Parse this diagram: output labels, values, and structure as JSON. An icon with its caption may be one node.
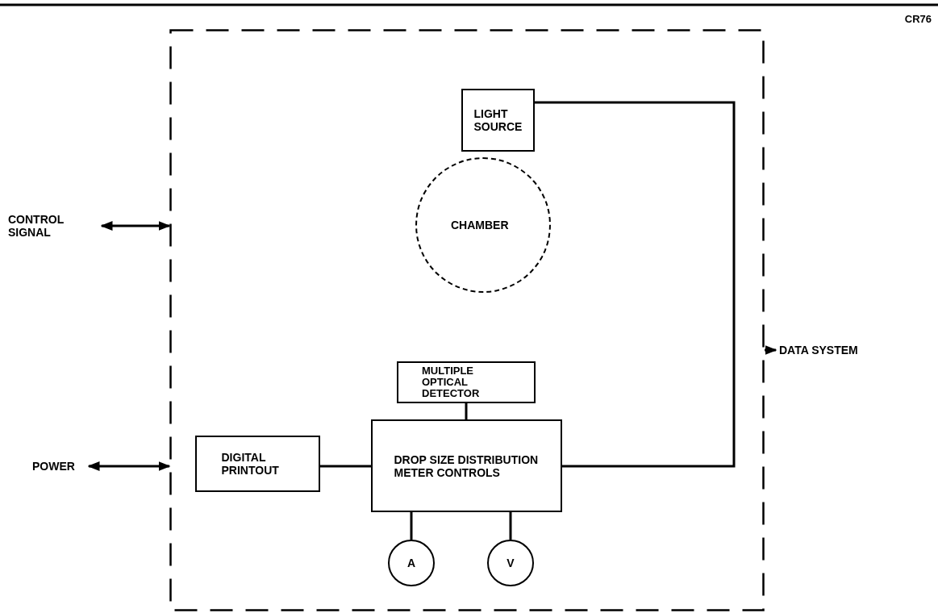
{
  "diagram": {
    "nodes": [
      {
        "text": [],
        "shape": "box"
      },
      {
        "text": [
          "LIGHT SOURCE"
        ],
        "in": 0
      },
      {
        "text": [
          "CHAMBER"
        ],
        "in": 0
      },
      {
        "text": [
          "MULTIPLE OPTICAL DETECTOR"
        ],
        "in": 0
      },
      {
        "text": [
          "DIGITAL PRINTOUT"
        ],
        "in": 0
      },
      {
        "text": [
          "DROP SIZE DISTRIBUTION METER CONTROLS"
        ],
        "in": 0
      },
      {
        "text": [
          "A"
        ],
        "in": 0
      },
      {
        "text": [
          "V"
        ],
        "in": 0
      },
      {
        "text": [
          "CONTROL SIGNAL"
        ]
      },
      {
        "text": [
          "POWER"
        ]
      },
      {
        "text": [
          "DATA SYSTEM"
        ]
      }
    ],
    "edges": [
      {
        "from": 8,
        "to": 0,
        "arrow": "both"
      },
      {
        "from": 9,
        "to": 0,
        "arrow": "both"
      },
      {
        "from": 0,
        "to": 10,
        "arrow": "to"
      },
      {
        "from": 1,
        "to": 5,
        "arrow": "none"
      },
      {
        "from": 3,
        "to": 5,
        "arrow": "none"
      },
      {
        "from": 4,
        "to": 5,
        "arrow": "none"
      },
      {
        "from": 5,
        "to": 6,
        "arrow": "none"
      },
      {
        "from": 5,
        "to": 7,
        "arrow": "none"
      }
    ],
    "labels": [
      "CR76"
    ]
  }
}
